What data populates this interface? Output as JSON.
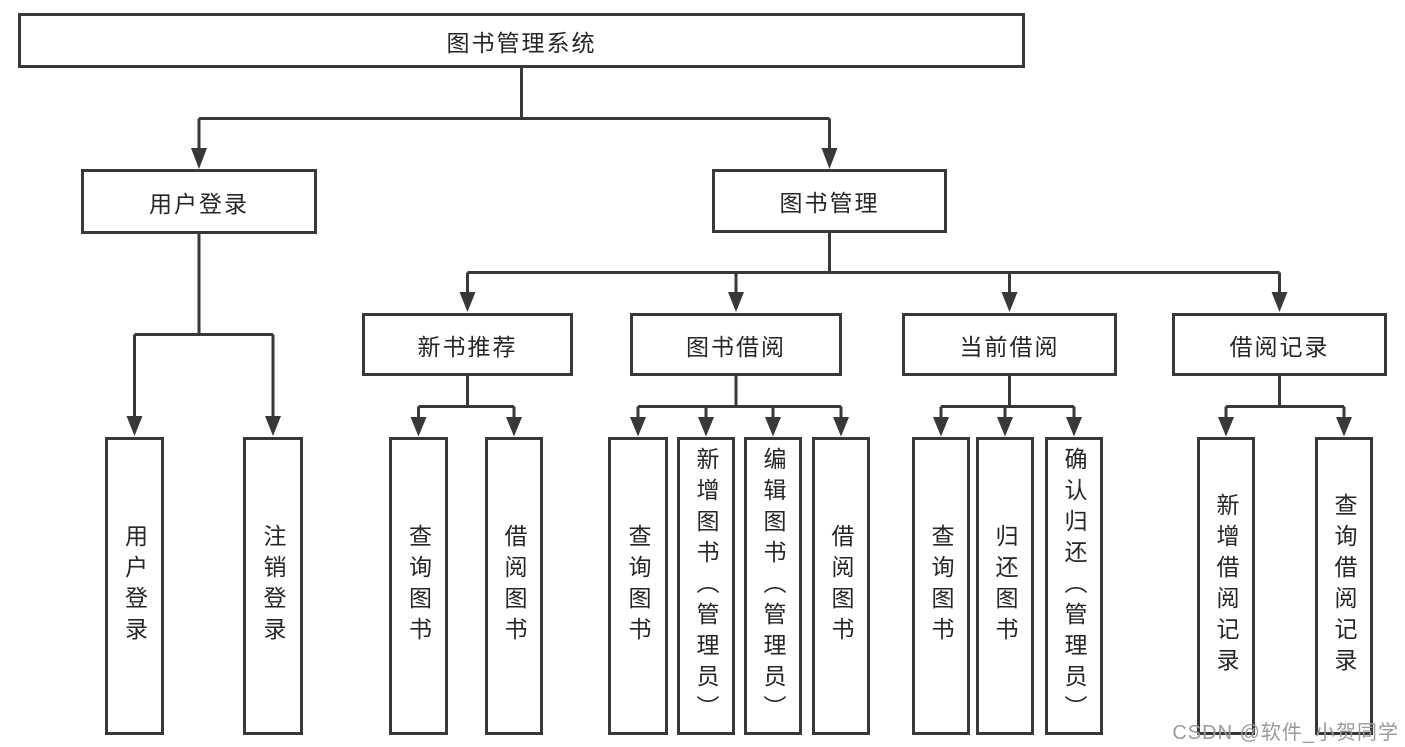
{
  "root": {
    "label": "图书管理系统"
  },
  "level2": [
    {
      "id": "user-login",
      "label": "用户登录"
    },
    {
      "id": "book-management",
      "label": "图书管理"
    }
  ],
  "level3": [
    {
      "id": "new-book-recommend",
      "parent": "图书管理",
      "label": "新书推荐"
    },
    {
      "id": "book-borrow",
      "parent": "图书管理",
      "label": "图书借阅"
    },
    {
      "id": "current-borrow",
      "parent": "图书管理",
      "label": "当前借阅"
    },
    {
      "id": "borrow-records",
      "parent": "图书管理",
      "label": "借阅记录"
    }
  ],
  "leaves": [
    {
      "parent": "用户登录",
      "label": "用户登录"
    },
    {
      "parent": "用户登录",
      "label": "注销登录"
    },
    {
      "parent": "新书推荐",
      "label": "查询图书"
    },
    {
      "parent": "新书推荐",
      "label": "借阅图书"
    },
    {
      "parent": "图书借阅",
      "label": "查询图书"
    },
    {
      "parent": "图书借阅",
      "label": "新增图书（管理员）"
    },
    {
      "parent": "图书借阅",
      "label": "编辑图书（管理员）"
    },
    {
      "parent": "图书借阅",
      "label": "借阅图书"
    },
    {
      "parent": "当前借阅",
      "label": "查询图书"
    },
    {
      "parent": "当前借阅",
      "label": "归还图书"
    },
    {
      "parent": "当前借阅",
      "label": "确认归还（管理员）"
    },
    {
      "parent": "借阅记录",
      "label": "新增借阅记录"
    },
    {
      "parent": "借阅记录",
      "label": "查询借阅记录"
    }
  ],
  "watermark": {
    "text": "CSDN @软件_小贺同学"
  },
  "colors": {
    "line": "#383838",
    "box-border": "#383838",
    "text": "#262626",
    "watermark": "#9a9a9a",
    "background": "#ffffff"
  }
}
